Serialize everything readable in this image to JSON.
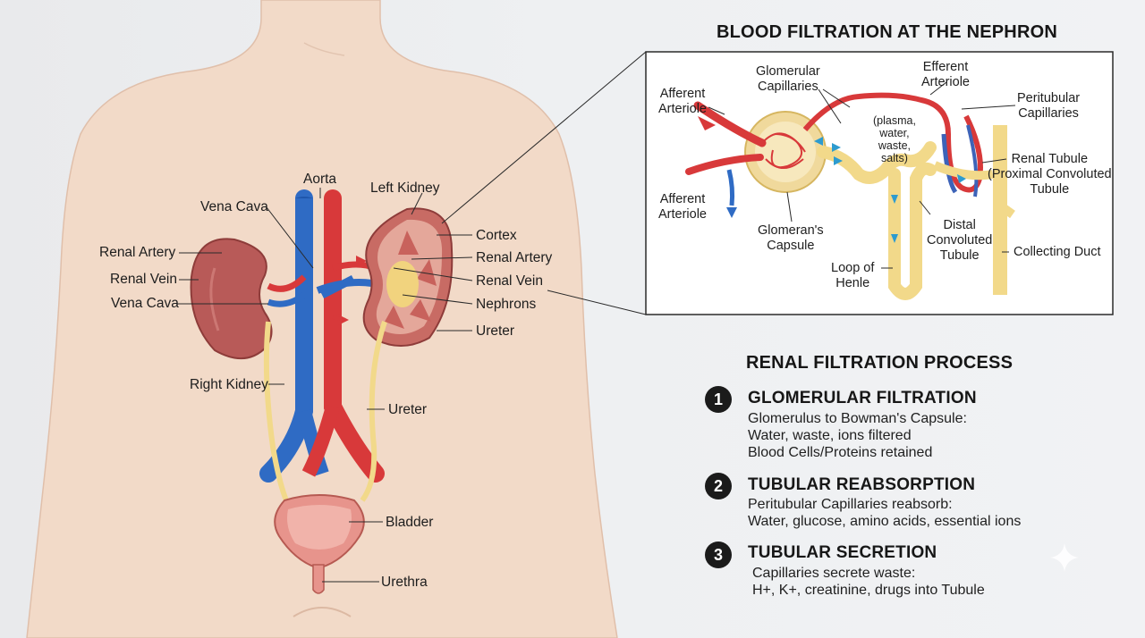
{
  "body_labels": {
    "aorta": "Aorta",
    "left_kidney": "Left Kidney",
    "vena_cava_top": "Vena Cava",
    "renal_artery_left": "Renal Artery",
    "renal_vein_left": "Renal Vein",
    "vena_cava_left": "Vena Cava",
    "right_kidney": "Right Kidney",
    "cortex": "Cortex",
    "renal_artery_right": "Renal Artery",
    "renal_vein_right": "Renal Vein",
    "nephrons": "Nephrons",
    "ureter_right": "Ureter",
    "ureter_mid": "Ureter",
    "bladder": "Bladder",
    "urethra": "Urethra"
  },
  "nephron_panel": {
    "title": "BLOOD FILTRATION AT THE NEPHRON",
    "afferent_top_1": "Afferent",
    "afferent_top_2": "Arteriole",
    "afferent_bottom_1": "Afferent",
    "afferent_bottom_2": "Arteriole",
    "glomerular_1": "Glomerular",
    "glomerular_2": "Capillaries",
    "efferent_1": "Efferent",
    "efferent_2": "Arteriole",
    "peritubular_1": "Peritubular",
    "peritubular_2": "Capillaries",
    "filtrate_1": "(plasma,",
    "filtrate_2": "water,",
    "filtrate_3": "waste,",
    "filtrate_4": "salts)",
    "renal_tubule_1": "Renal Tubule",
    "renal_tubule_2": "(Proximal Convoluted",
    "renal_tubule_3": "Tubule",
    "capsule_1": "Glomeran's",
    "capsule_2": "Capsule",
    "distal_1": "Distal",
    "distal_2": "Convoluted",
    "distal_3": "Tubule",
    "collecting": "Collecting Duct",
    "loop_1": "Loop of",
    "loop_2": "Henle"
  },
  "process": {
    "title": "RENAL FILTRATION PROCESS",
    "steps": [
      {
        "num": "1",
        "title": "GLOMERULAR FILTRATION",
        "line1": "Glomerulus to Bowman's Capsule:",
        "line2": "Water, waste, ions filtered",
        "line3": "Blood Cells/Proteins retained"
      },
      {
        "num": "2",
        "title": "TUBULAR REABSORPTION",
        "line1": "Peritubular Capillaries reabsorb:",
        "line2": "Water, glucose, amino acids, essential ions",
        "line3": ""
      },
      {
        "num": "3",
        "title": "TUBULAR SECRETION",
        "line1": "Capillaries secrete waste:",
        "line2": "H+, K+, creatinine, drugs into Tubule",
        "line3": ""
      }
    ]
  },
  "colors": {
    "skin": "#f3d9c7",
    "artery": "#d8393a",
    "vein": "#2f6bc4",
    "kidney": "#b85a58",
    "ureter": "#f2d98a",
    "bladder": "#e7948c"
  }
}
